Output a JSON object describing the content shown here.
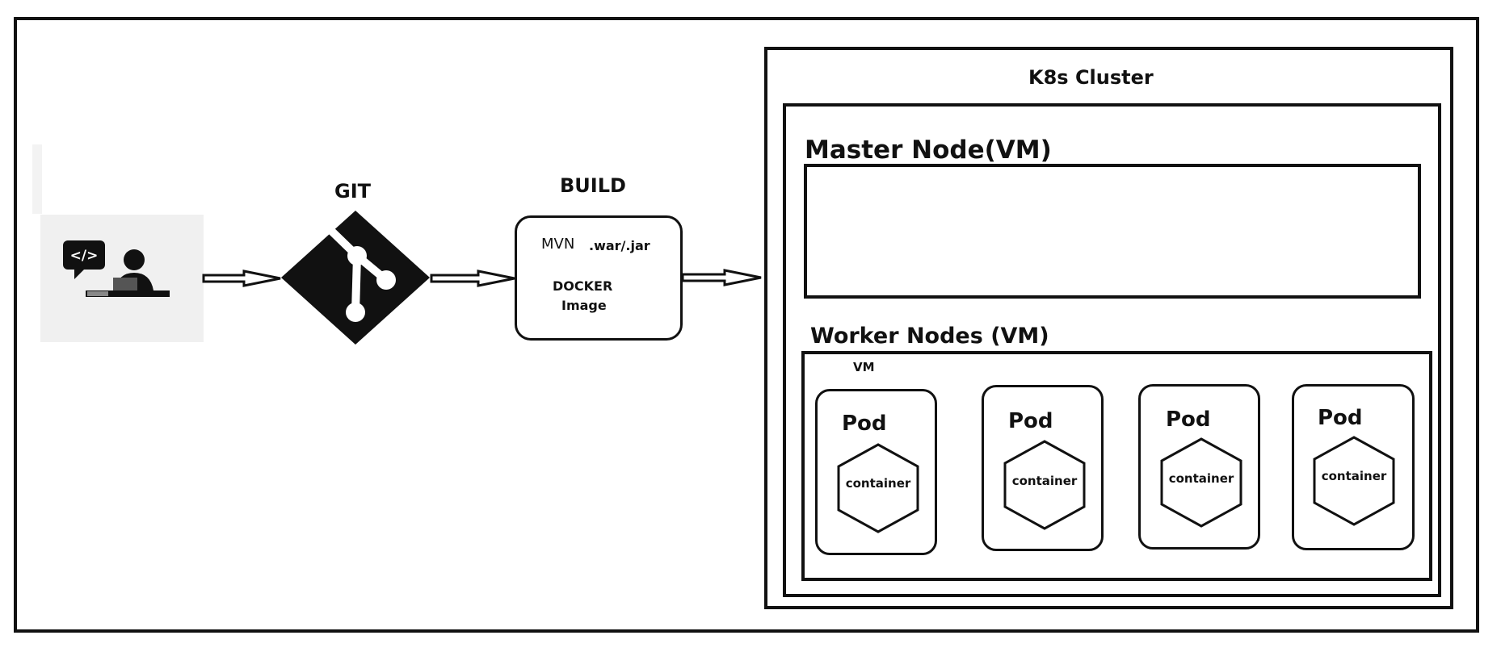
{
  "git": {
    "label": "GIT"
  },
  "build": {
    "title": "BUILD",
    "mvn": "MVN",
    "artifact": ".war/.jar",
    "docker_line1": "DOCKER",
    "docker_line2": "Image"
  },
  "cluster": {
    "title": "K8s Cluster",
    "master_label": "Master Node(VM)",
    "worker_label": "Worker Nodes (VM)",
    "vm_label": "VM",
    "pods": [
      {
        "label": "Pod",
        "container": "container"
      },
      {
        "label": "Pod",
        "container": "container"
      },
      {
        "label": "Pod",
        "container": "container"
      },
      {
        "label": "Pod",
        "container": "container"
      }
    ]
  },
  "developer": {
    "icon": "developer-coding-icon",
    "code_glyph": "</>"
  },
  "colors": {
    "stroke": "#111111",
    "background": "#ffffff",
    "panel": "#f0f0f0"
  }
}
